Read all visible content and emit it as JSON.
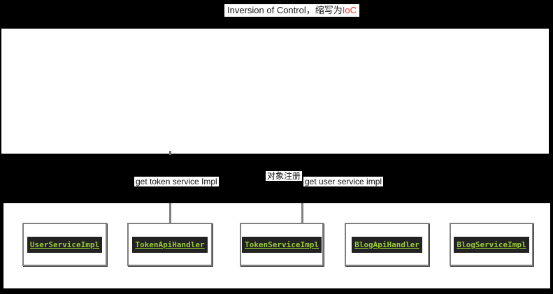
{
  "title": {
    "prefix": "Inversion of Control，缩写为",
    "highlight": "IoC"
  },
  "flow_labels": {
    "get_token": "get token service Impl",
    "register": "对象注册",
    "get_user": "get user service impl"
  },
  "handlers": {
    "boxes": [
      {
        "label": "UserServiceImpl"
      },
      {
        "label": "TokenApiHandler"
      },
      {
        "label": "TokenServiceImpl"
      },
      {
        "label": "BlogApiHandler"
      },
      {
        "label": "BlogServiceImpl"
      }
    ]
  },
  "colors": {
    "background": "#000000",
    "panel": "#ffffff",
    "connector": "#808080",
    "code_text": "#9acd32",
    "code_bg": "#222222",
    "box_border": "#7f7f7f",
    "highlight_red": "#f5352c"
  }
}
